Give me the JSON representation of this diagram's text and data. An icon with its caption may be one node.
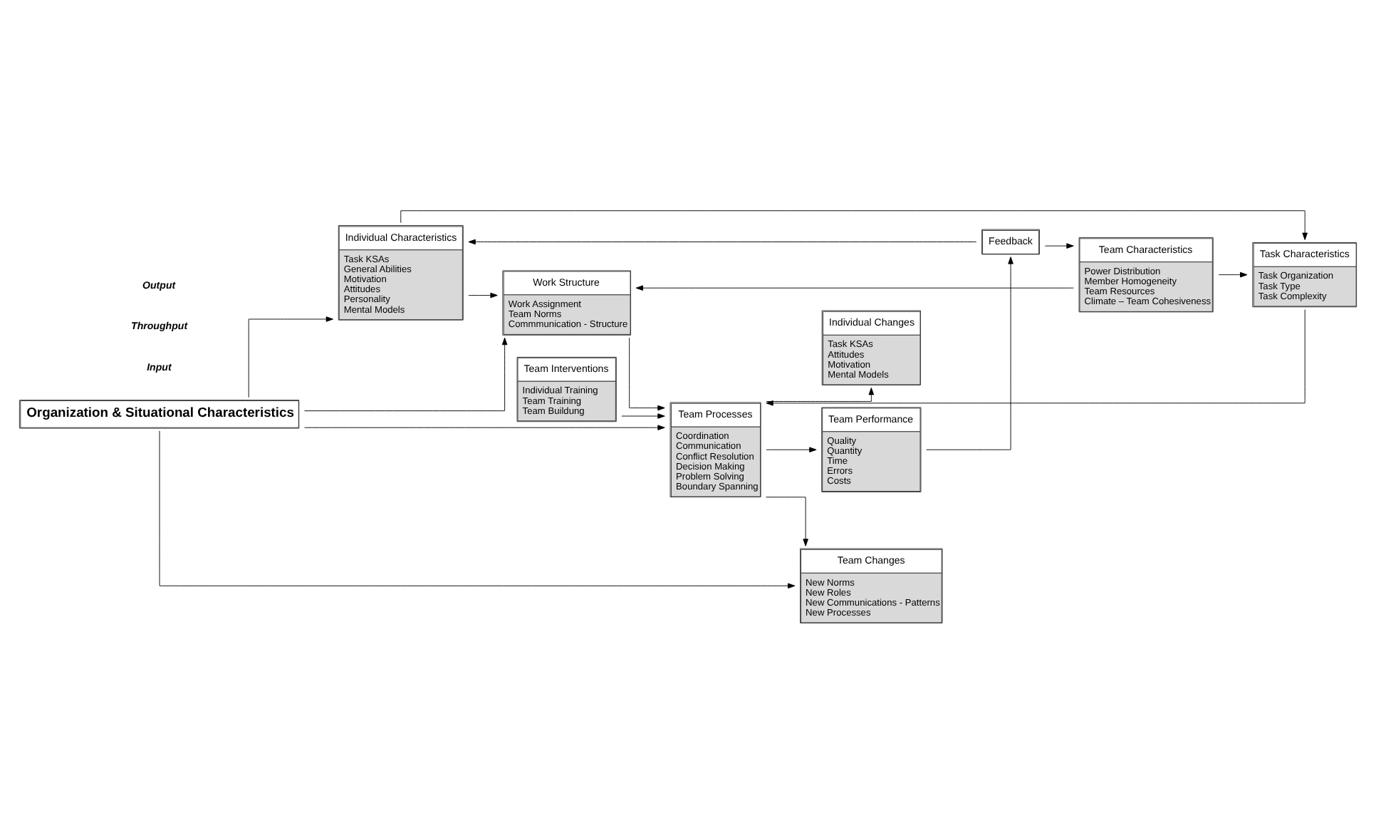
{
  "diagram": {
    "nodes": [
      {
        "text": [
          "Organization & Situational Characteristics"
        ]
      },
      {
        "text": [
          "Individual Characteristics",
          "Task KSAs",
          "General Abilities",
          "Motivation",
          "Attitudes",
          "Personality",
          "Mental Models"
        ]
      },
      {
        "text": [
          "Work Structure",
          "Work Assignment",
          "Team Norms",
          "Commmunication - Structure"
        ]
      },
      {
        "text": [
          "Team Characteristics",
          "Power Distribution",
          "Member Homogeneity",
          "Team Resources",
          "Climate – Team Cohesiveness"
        ]
      },
      {
        "text": [
          "Task Characteristics",
          "Task Organization",
          "Task Type",
          "Task Complexity"
        ]
      },
      {
        "text": [
          "Team Processes",
          "Coordination",
          "Communication",
          "Conflict Resolution",
          "Decision Making",
          "Problem Solving",
          "Boundary Spanning"
        ]
      },
      {
        "text": [
          "Team Interventions",
          "Individual Training",
          "Team Training",
          "Team Buildung"
        ]
      },
      {
        "text": [
          "Team Changes",
          "New Norms",
          "New Roles",
          "New Communications - Patterns",
          "New Processes"
        ]
      },
      {
        "text": [
          "Team Performance",
          "Quality",
          "Quantity",
          "Time",
          "Errors",
          "Costs"
        ]
      },
      {
        "text": [
          "Individual Changes",
          "Task KSAs",
          "Attitudes",
          "Motivation",
          "Mental Models"
        ]
      },
      {
        "text": [
          "Feedback"
        ]
      }
    ],
    "edges": [
      {
        "from": 0,
        "to": 1,
        "arrow": "to"
      },
      {
        "from": 0,
        "to": 2,
        "arrow": "to"
      },
      {
        "from": 0,
        "to": 5,
        "arrow": "to"
      },
      {
        "from": 0,
        "to": 7,
        "arrow": "to"
      },
      {
        "from": 1,
        "to": 2,
        "arrow": "to"
      },
      {
        "from": 1,
        "to": 4,
        "arrow": "to"
      },
      {
        "from": 3,
        "to": 2,
        "arrow": "to"
      },
      {
        "from": 3,
        "to": 4,
        "arrow": "to"
      },
      {
        "from": 2,
        "to": 5,
        "arrow": "to"
      },
      {
        "from": 4,
        "to": 5,
        "arrow": "to"
      },
      {
        "from": 6,
        "to": 5,
        "arrow": "to"
      },
      {
        "from": 5,
        "to": 7,
        "arrow": "to"
      },
      {
        "from": 5,
        "to": 8,
        "arrow": "to"
      },
      {
        "from": 5,
        "to": 9,
        "arrow": "to"
      },
      {
        "from": 8,
        "to": 10,
        "arrow": "to"
      },
      {
        "from": 10,
        "to": 1,
        "arrow": "to"
      },
      {
        "from": 10,
        "to": 3,
        "arrow": "to"
      }
    ],
    "labels": [
      "Input",
      "Throughput",
      "Output"
    ]
  }
}
